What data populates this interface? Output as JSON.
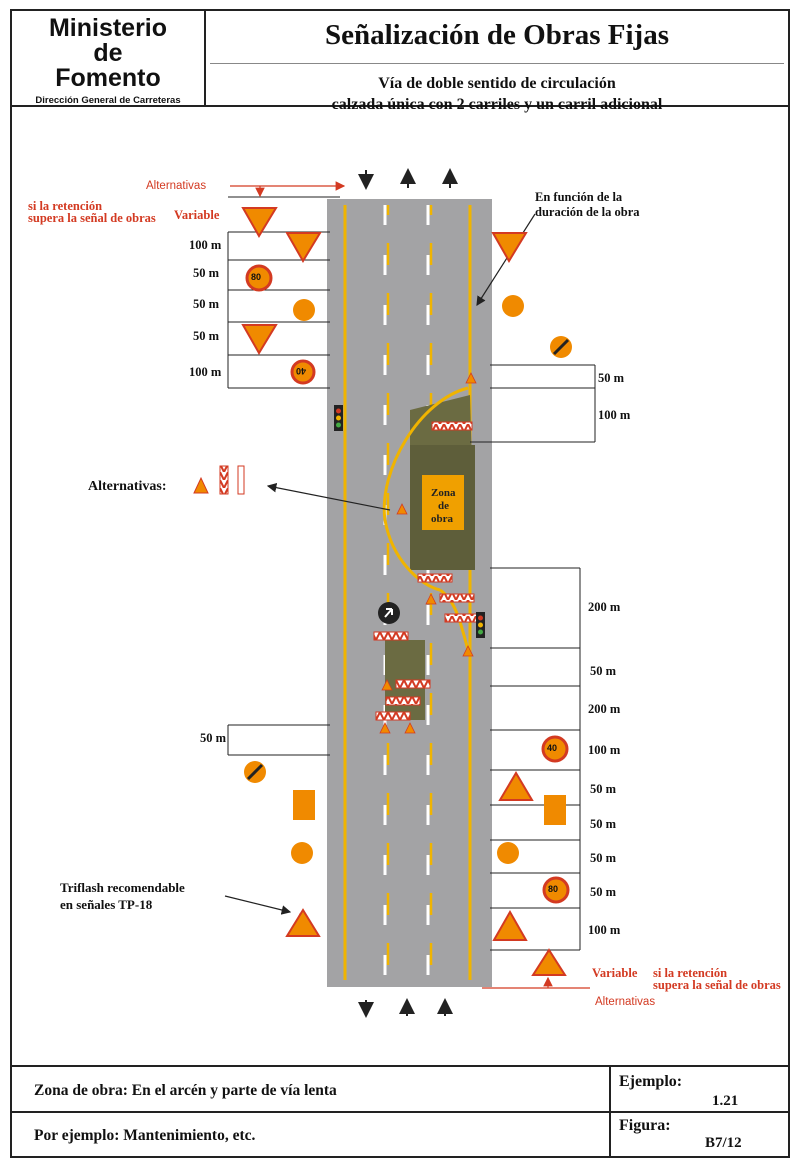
{
  "header": {
    "org_line1": "Ministerio",
    "org_line2": "de",
    "org_line3": "Fomento",
    "org_subtitle": "Dirección General de Carreteras",
    "title": "Señalización de Obras Fijas",
    "subtitle_line1": "Vía de doble sentido de circulación",
    "subtitle_line2": "calzada única con 2 carriles y un carril adicional"
  },
  "diagram": {
    "alternativas_top": "Alternativas",
    "retencion_top_line1": "si la retención",
    "retencion_top_line2": "supera la señal de obras",
    "variable_top": "Variable",
    "funcion_line1": "En función de la",
    "funcion_line2": "duración de la obra",
    "left_distances": [
      "100 m",
      "50 m",
      "50 m",
      "50 m",
      "100 m"
    ],
    "right_top_distances": [
      "50 m",
      "100 m"
    ],
    "alternativas_mid": "Alternativas:",
    "zona_line1": "Zona",
    "zona_line2": "de",
    "zona_line3": "obra",
    "right_bottom_distances": [
      "200 m",
      "50 m",
      "200 m",
      "100 m",
      "50 m",
      "50 m",
      "50 m",
      "50 m",
      "100 m"
    ],
    "left_bottom_distance": "50 m",
    "triflash_line1": "Triflash recomendable",
    "triflash_line2": "en señales TP-18",
    "variable_bottom": "Variable",
    "retencion_bottom_line1": "si la retención",
    "retencion_bottom_line2": "supera la señal de obras",
    "alternativas_bottom": "Alternativas",
    "sign_speed_top": [
      "80",
      "40"
    ],
    "sign_speed_bottom": [
      "40",
      "80"
    ],
    "colors": {
      "road": "#a3a3a5",
      "line": "#f0b400",
      "sign": "#f08a00",
      "accent": "#d33a22",
      "work": "#6b6b42"
    }
  },
  "footer": {
    "zona": "Zona de obra: En el arcén y parte de vía lenta",
    "ejemplo_label": "Ejemplo:",
    "ejemplo_value": "1.21",
    "ejemplo_text": "Por ejemplo: Mantenimiento, etc.",
    "figura_label": "Figura:",
    "figura_value": "B7/12"
  }
}
